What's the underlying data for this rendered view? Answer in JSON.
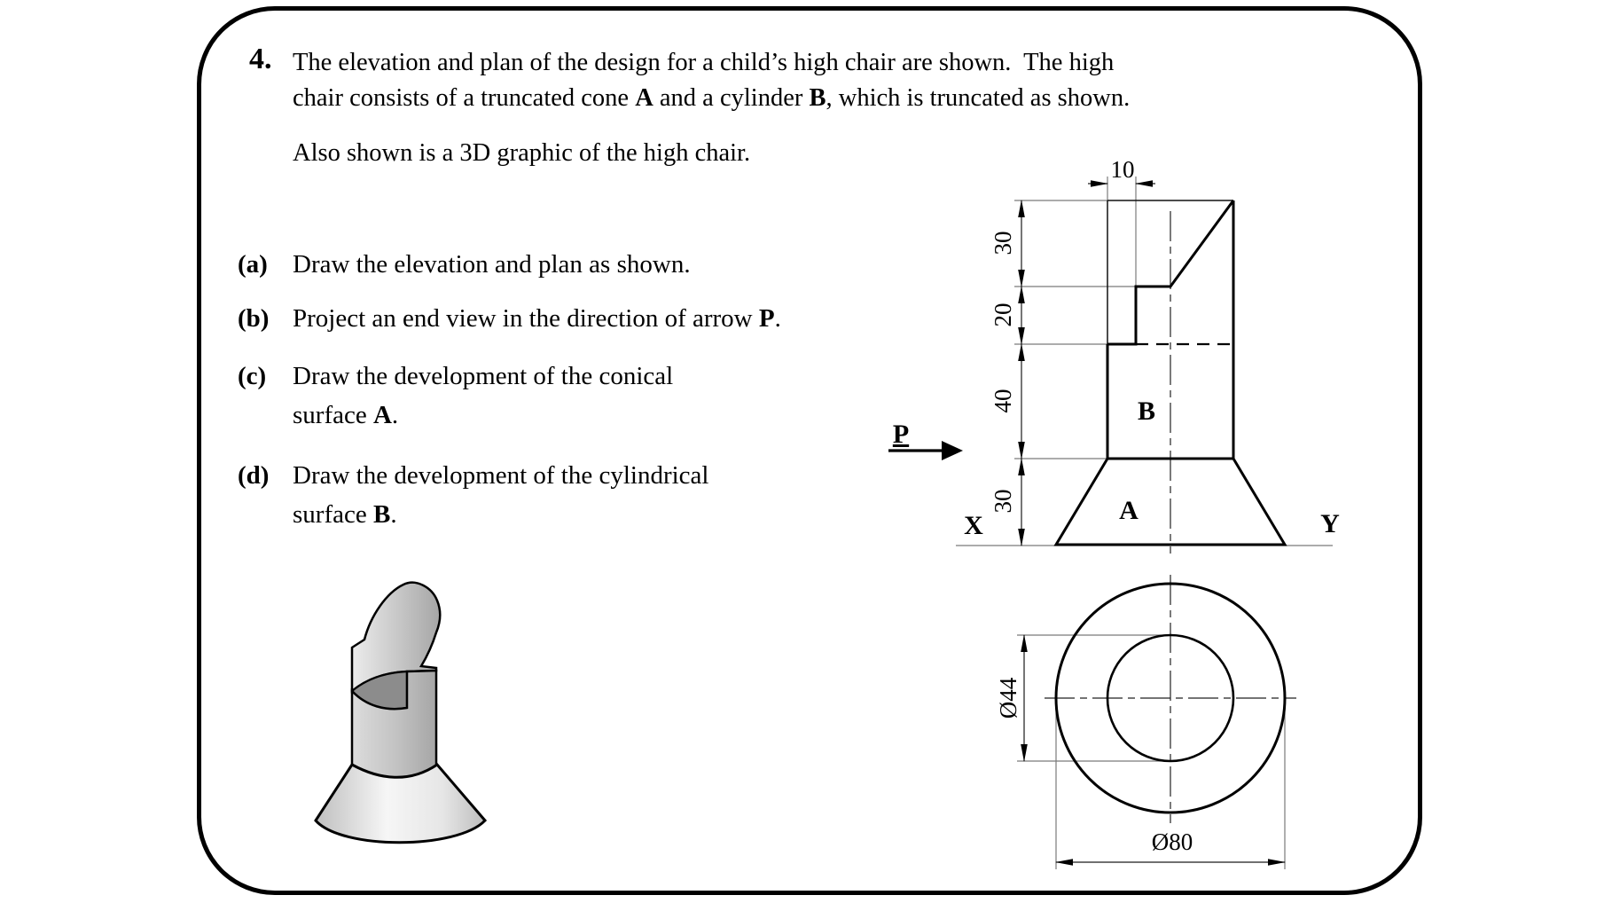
{
  "question": {
    "number": "4.",
    "line1": "The elevation and plan of the design for a child’s high chair are shown.  The high",
    "line2_pre": "chair consists of a truncated cone ",
    "line2_boldA": "A",
    "line2_mid": " and a cylinder ",
    "line2_boldB": "B",
    "line2_post": ", which is truncated as shown.",
    "line3": "Also shown is a 3D graphic of the high chair."
  },
  "tasks": {
    "a": {
      "label": "(a)",
      "text": "Draw the elevation and plan as shown."
    },
    "b": {
      "label": "(b)",
      "text_pre": "Project an end view in the direction of arrow ",
      "text_bold": "P",
      "text_post": "."
    },
    "c": {
      "label": "(c)",
      "line1": "Draw the development of the conical",
      "line2_pre": "surface ",
      "line2_bold": "A",
      "line2_post": "."
    },
    "d": {
      "label": "(d)",
      "line1": "Draw the development of the cylindrical",
      "line2_pre": "surface ",
      "line2_bold": "B",
      "line2_post": "."
    }
  },
  "drawing": {
    "elevation": {
      "dim_width_top": "10",
      "dim_heights": [
        "30",
        "20",
        "40",
        "30"
      ],
      "label_cylinder": "B",
      "label_cone": "A",
      "label_ground_left": "X",
      "label_ground_right": "Y",
      "arrow_label": "P"
    },
    "plan": {
      "dim_inner_diameter": "Ø44",
      "dim_outer_diameter": "Ø80"
    },
    "line_color": "#000000",
    "extension_line_color": "#7a7a7a"
  }
}
